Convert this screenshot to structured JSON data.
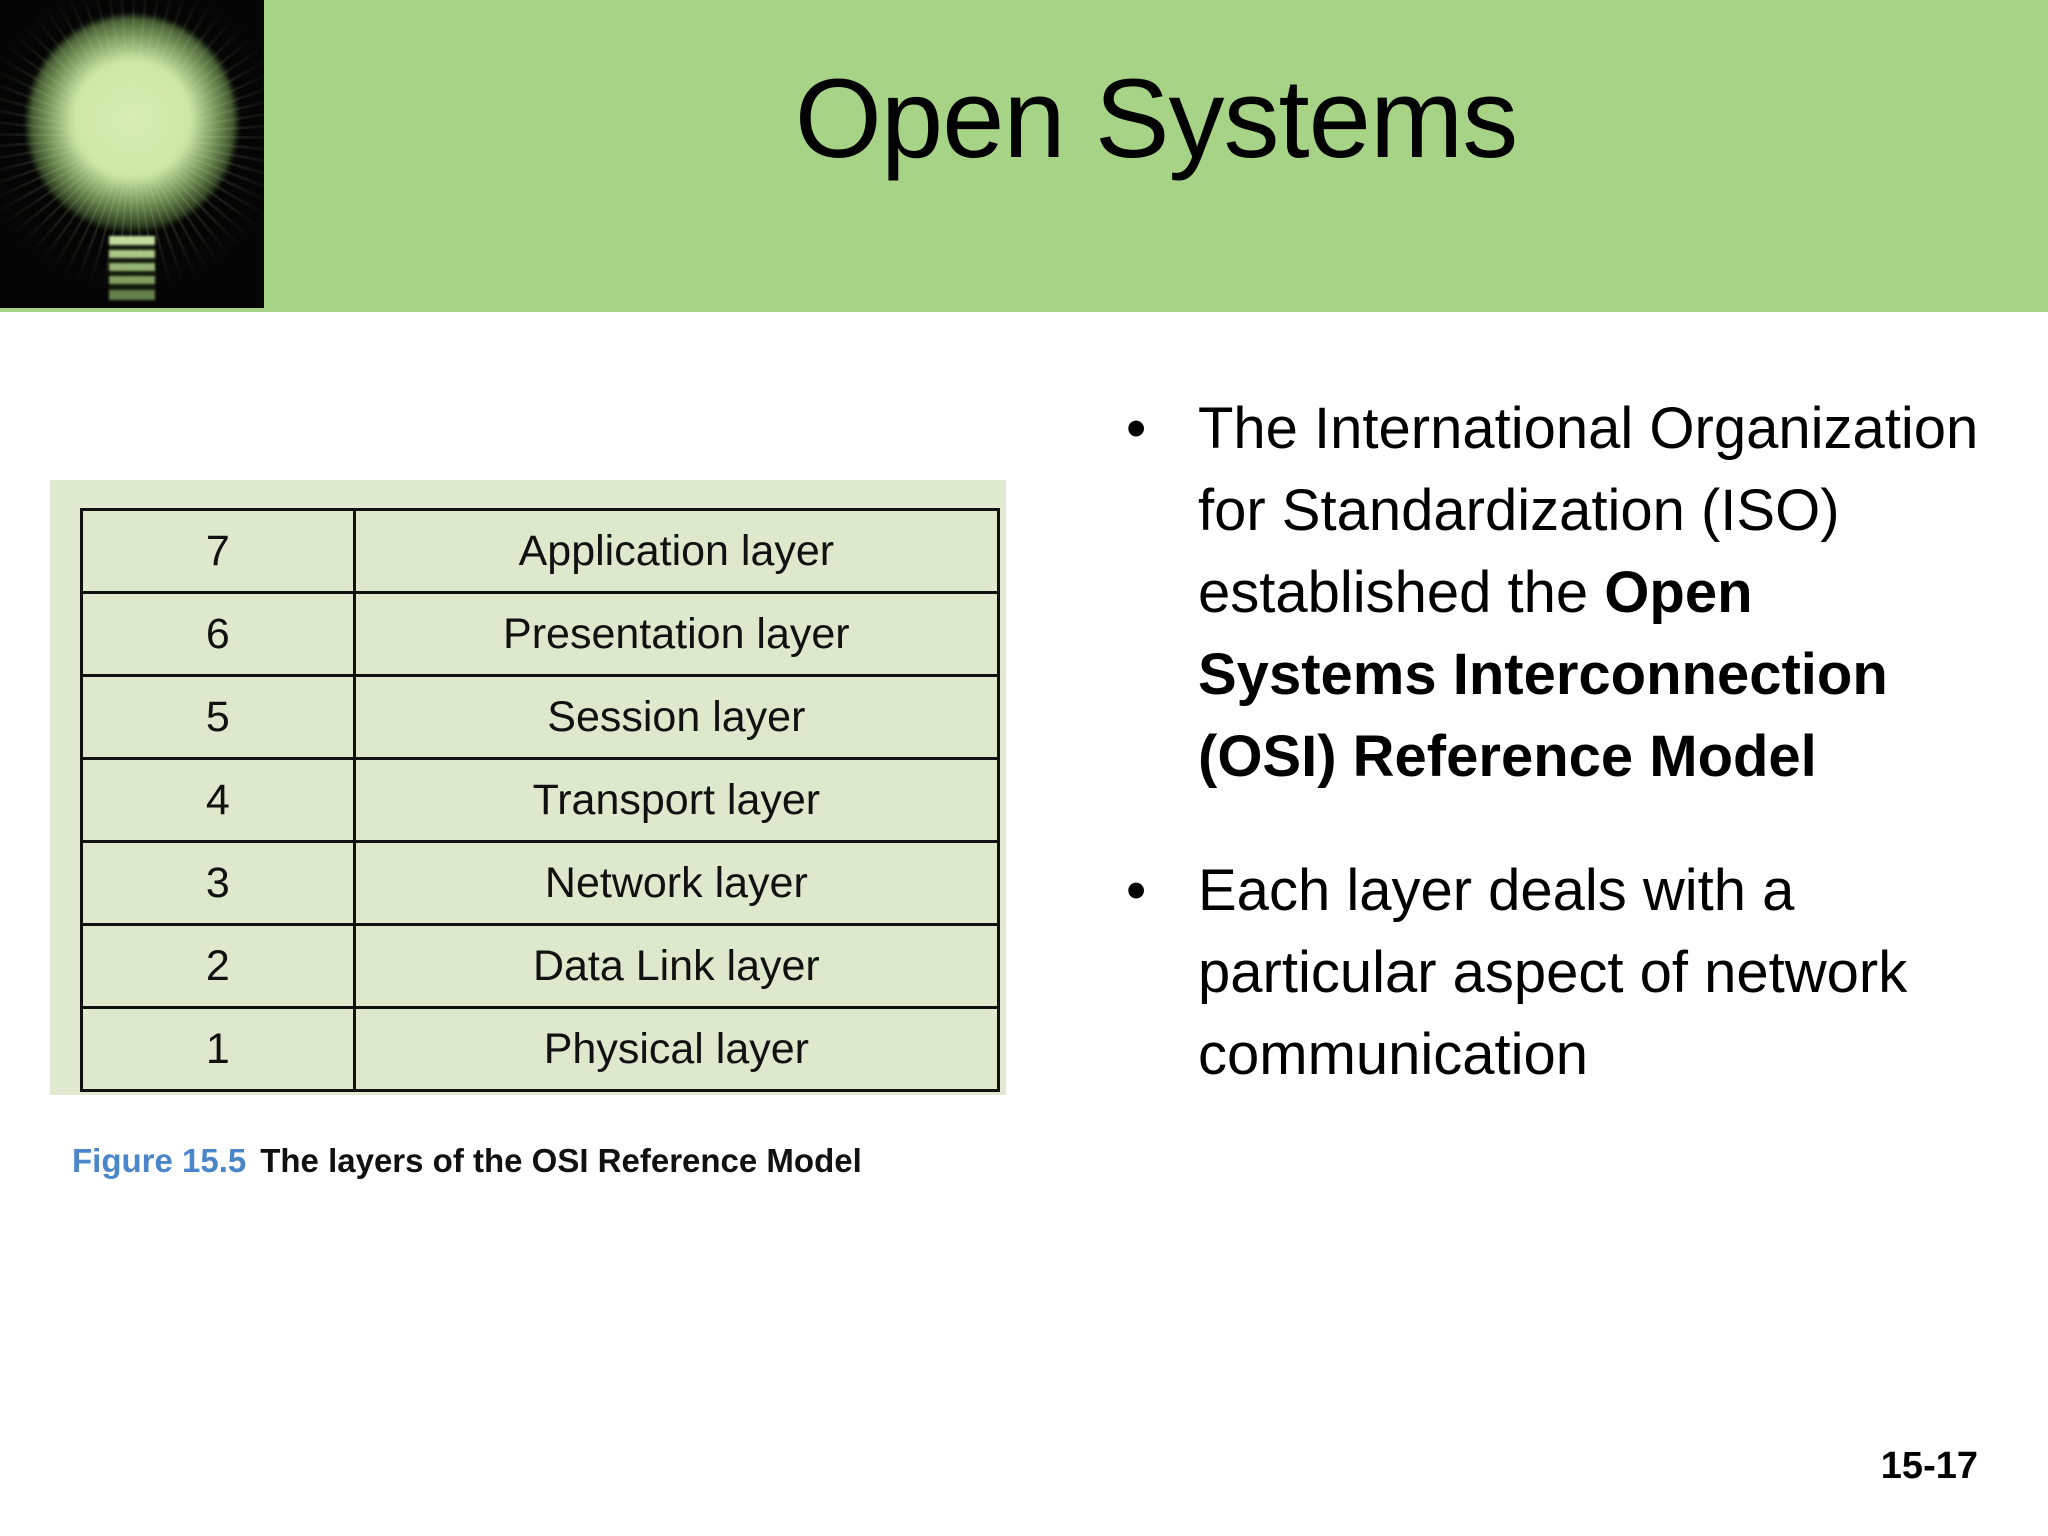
{
  "slide": {
    "title": "Open Systems",
    "page_number": "15-17",
    "banner_color": "#a7d387",
    "accent_color": "#4a86c8"
  },
  "header": {
    "logo_icon": "lightbulb-icon"
  },
  "figure": {
    "caption_label": "Figure 15.5",
    "caption_text": "The layers of the OSI Reference Model",
    "table": {
      "rows": [
        {
          "number": "7",
          "name": "Application layer"
        },
        {
          "number": "6",
          "name": "Presentation layer"
        },
        {
          "number": "5",
          "name": "Session layer"
        },
        {
          "number": "4",
          "name": "Transport layer"
        },
        {
          "number": "3",
          "name": "Network layer"
        },
        {
          "number": "2",
          "name": "Data Link layer"
        },
        {
          "number": "1",
          "name": "Physical layer"
        }
      ]
    }
  },
  "content": {
    "bullet_marker": "•",
    "bullets": [
      {
        "plain_1": "The International Organization for Standardization (ISO) established the ",
        "bold": "Open Systems Interconnection (OSI) Reference Model",
        "plain_2": ""
      },
      {
        "plain_1": "Each layer deals with a particular aspect of network communication",
        "bold": "",
        "plain_2": ""
      }
    ]
  }
}
